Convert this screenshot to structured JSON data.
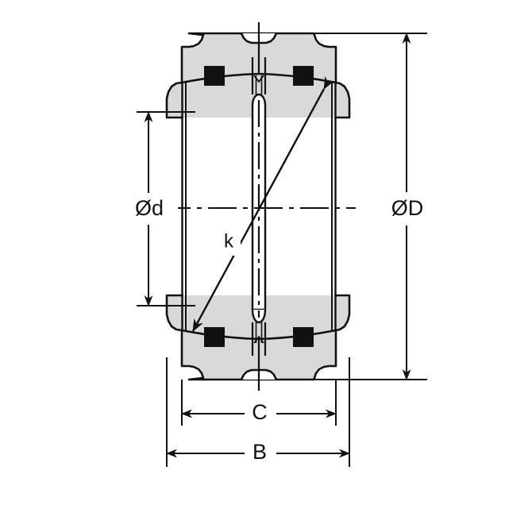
{
  "drawing": {
    "title": "Spherical plain bearing cross-section",
    "type": "engineering-cross-section",
    "background_color": "#ffffff",
    "line_color": "#111111",
    "body_fill_color": "#d9d9d9",
    "seal_fill_color": "#111111"
  },
  "dimensions": {
    "inner_diameter": {
      "label": "Ød",
      "position": "left",
      "orientation": "vertical",
      "description": "Bore diameter of the inner ring"
    },
    "outer_diameter": {
      "label": "ØD",
      "position": "right",
      "orientation": "vertical",
      "description": "Outside diameter of the outer ring"
    },
    "inner_width": {
      "label": "C",
      "position": "bottom-upper",
      "orientation": "horizontal",
      "description": "Width of the inner ring"
    },
    "outer_width": {
      "label": "B",
      "position": "bottom-lower",
      "orientation": "horizontal",
      "description": "Overall width of the outer ring"
    },
    "spherical_diameter": {
      "label": "k",
      "position": "center-diagonal",
      "orientation": "diagonal",
      "description": "Spherical sliding surface dimension"
    }
  }
}
